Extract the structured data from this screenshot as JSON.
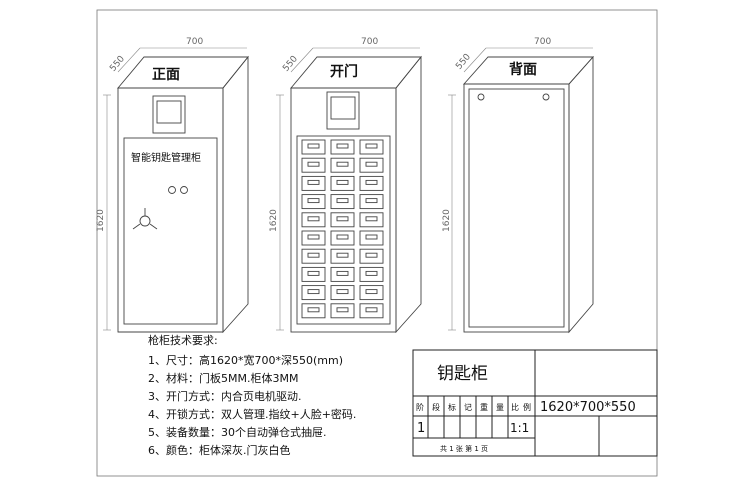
{
  "views": {
    "front": {
      "title": "正面",
      "width": "700",
      "depth": "550",
      "height": "1620",
      "label": "智能钥匙管理柜"
    },
    "open": {
      "title": "开门",
      "width": "700",
      "depth": "550",
      "height": "1620"
    },
    "back": {
      "title": "背面",
      "width": "700",
      "depth": "550",
      "height": "1620"
    }
  },
  "specs": {
    "heading": "枪柜技术要求:",
    "lines": [
      "1、尺寸：高1620*宽700*深550(mm)",
      "2、材料：门板5MM.柜体3MM",
      "3、开门方式：内合页电机驱动.",
      "4、开锁方式：双人管理.指纹+人脸+密码.",
      "5、装备数量：30个自动弹仓式抽屉.",
      "6、颜色：柜体深灰.门灰白色"
    ]
  },
  "title_block": {
    "name": "钥匙柜",
    "dimensions": "1620*700*550",
    "headers": [
      "阶",
      "段",
      "标",
      "记",
      "重",
      "量",
      "比",
      "例"
    ],
    "stage": "1",
    "scale": "1:1",
    "footer": "共 1 张     第 1 页"
  },
  "drawer_grid": {
    "rows": 10,
    "cols": 3
  }
}
